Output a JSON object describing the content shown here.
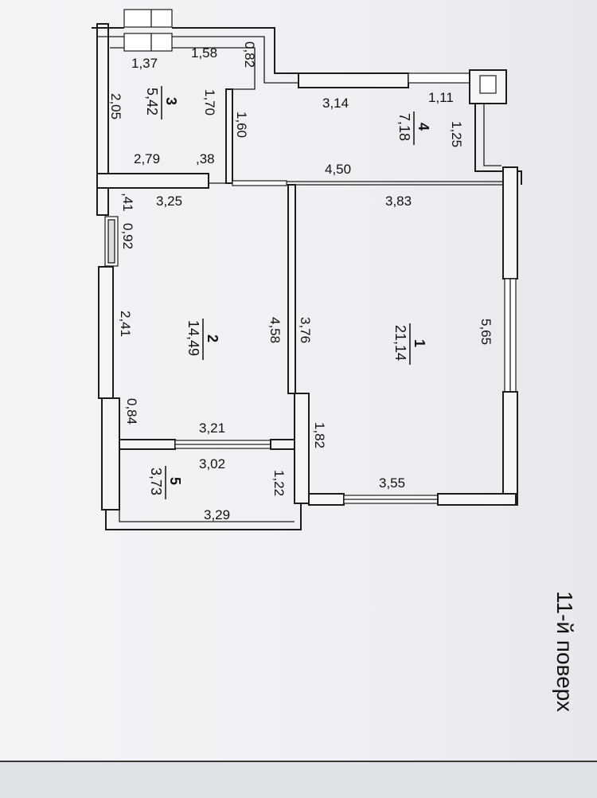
{
  "floor_label": "11-й поверх",
  "rooms": [
    {
      "number": "1",
      "area": "21,14"
    },
    {
      "number": "2",
      "area": "14,49"
    },
    {
      "number": "3",
      "area": "5,42"
    },
    {
      "number": "4",
      "area": "7,18"
    },
    {
      "number": "5",
      "area": "3,73"
    }
  ],
  "dimensions": {
    "d_137": "1,37",
    "d_158": "1,58",
    "d_082": "0,82",
    "d_170": "1,70",
    "d_205": "2,05",
    "d_279": "2,79",
    "d_038": ",38",
    "d_160": "1,60",
    "d_314": "3,14",
    "d_111": "1,11",
    "d_125": "1,25",
    "d_450": "4,50",
    "d_383": "3,83",
    "d_325": "3,25",
    "d_041": ",41",
    "d_092": "0,92",
    "d_241": "2,41",
    "d_458": "4,58",
    "d_376": "3,76",
    "d_565": "5,65",
    "d_084": "0,84",
    "d_321": "3,21",
    "d_302": "3,02",
    "d_182": "1,82",
    "d_122": "1,22",
    "d_329": "3,29",
    "d_355": "3,55"
  }
}
